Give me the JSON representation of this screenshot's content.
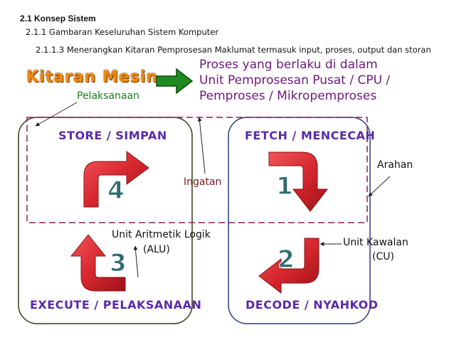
{
  "header": {
    "section": "2.1 Konsep Sistem",
    "sub1": "2.1.1 Gambaran Keseluruhan Sistem Komputer",
    "sub2": "2.1.1.3 Menerangkan Kitaran Pemprosesan Maklumat termasuk input, proses, output dan storan"
  },
  "title": "Kitaran  Mesin",
  "description": {
    "line1": "Proses yang berlaku di dalam",
    "line2": "Unit Pemprosesan Pusat / CPU /",
    "line3": "Pemproses / Mikropemproses"
  },
  "labels": {
    "pelaksanaan": "Pelaksanaan",
    "ingatan": "Ingatan",
    "arahan": "Arahan",
    "alu_line1": "Unit Aritmetik Logik",
    "alu_line2": "(ALU)",
    "cu_line1": "Unit Kawalan",
    "cu_line2": "(CU)"
  },
  "stages": [
    {
      "number": "1",
      "label": "FETCH / MENCECAH"
    },
    {
      "number": "2",
      "label": "DECODE / NYAHKOD"
    },
    {
      "number": "3",
      "label": "EXECUTE / PELAKSANAAN"
    },
    {
      "number": "4",
      "label": "STORE / SIMPAN"
    }
  ],
  "colors": {
    "arrow_red": "#d6282e",
    "number_teal": "#2f6b6f",
    "dash_box": "#8a1f5a",
    "left_box": "#3a3a1a",
    "right_box": "#2a3f78",
    "green_arrow": "#1f8a1f"
  }
}
